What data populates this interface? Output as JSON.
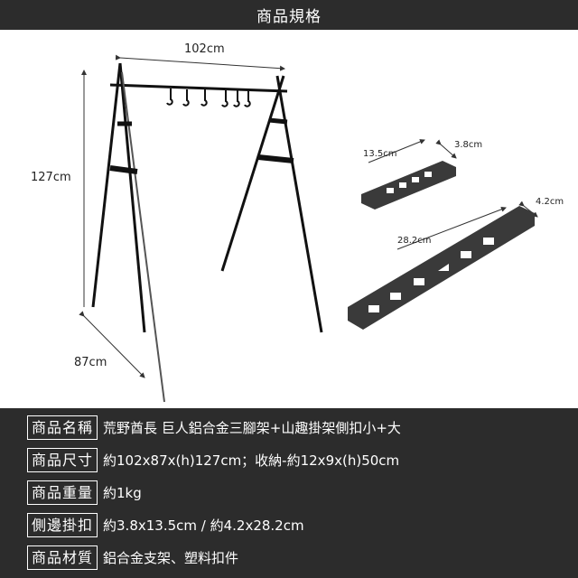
{
  "header": {
    "title": "商品規格"
  },
  "diagram": {
    "width_label": "102cm",
    "height_label": "127cm",
    "depth_label": "87cm",
    "small_clip": {
      "length_label": "13.5cm",
      "width_label": "3.8cm"
    },
    "large_clip": {
      "length_label": "28.2cm",
      "width_label": "4.2cm"
    }
  },
  "specs": [
    {
      "label": "商品名稱",
      "value": "荒野酋長 巨人鋁合金三腳架+山趣掛架側扣小+大"
    },
    {
      "label": "商品尺寸",
      "value": "約102x87x(h)127cm；收納-約12x9x(h)50cm"
    },
    {
      "label": "商品重量",
      "value": "約1kg"
    },
    {
      "label": "側邊掛扣",
      "value": "約3.8x13.5cm / 約4.2x28.2cm"
    },
    {
      "label": "商品材質",
      "value": "鋁合金支架、塑料扣件"
    }
  ]
}
